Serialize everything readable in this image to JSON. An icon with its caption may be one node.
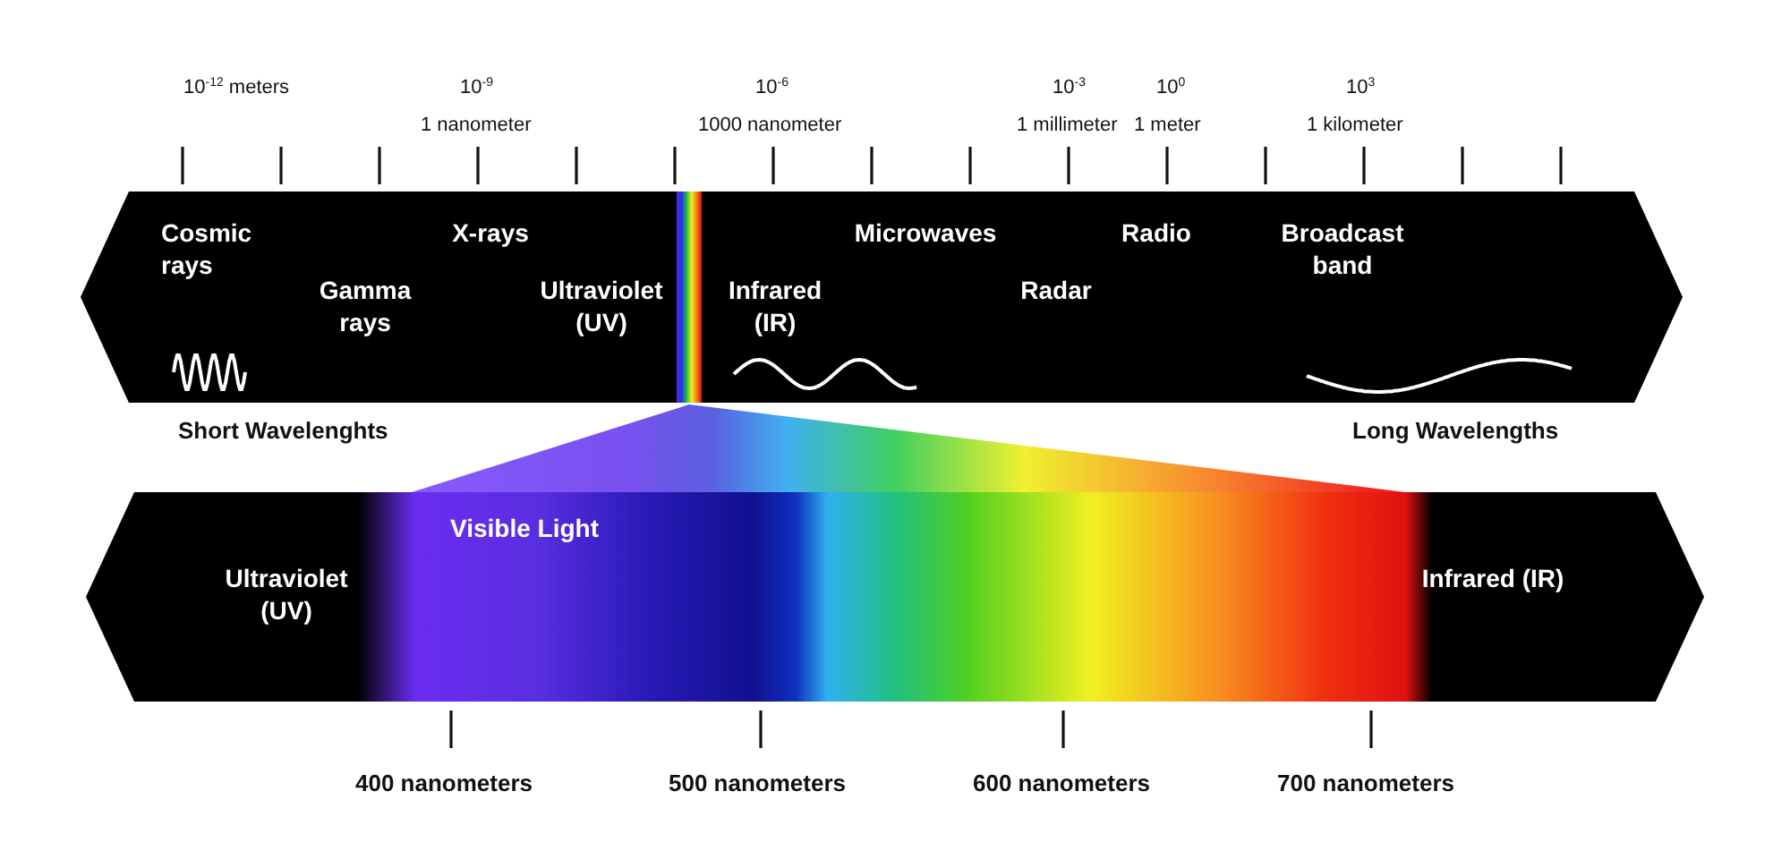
{
  "diagram": {
    "nodes": [
      {
        "text": [
          "Cosmic rays",
          "X-rays",
          "Gamma rays",
          "Ultraviolet (UV)",
          "Infrared (IR)",
          "Microwaves",
          "Radar",
          "Radio",
          "Broadcast band"
        ]
      },
      {
        "text": [
          "Ultraviolet (UV)",
          "Visible Light",
          "Infrared (IR)"
        ]
      }
    ],
    "labels": [
      "10$^{-12}$ meters",
      "10$^{-9}$",
      "10$^{-6}$",
      "10$^{-3}$",
      "10$^{0}$",
      "10$^{3}$",
      "1 nanometer",
      "1000 nanometer",
      "1 millimeter",
      "1 meter",
      "1 kilometer",
      "Short Wavelenghts",
      "Long Wavelengths",
      "400 nanometers",
      "500 nanometers",
      "600 nanometers",
      "700 nanometers"
    ]
  }
}
